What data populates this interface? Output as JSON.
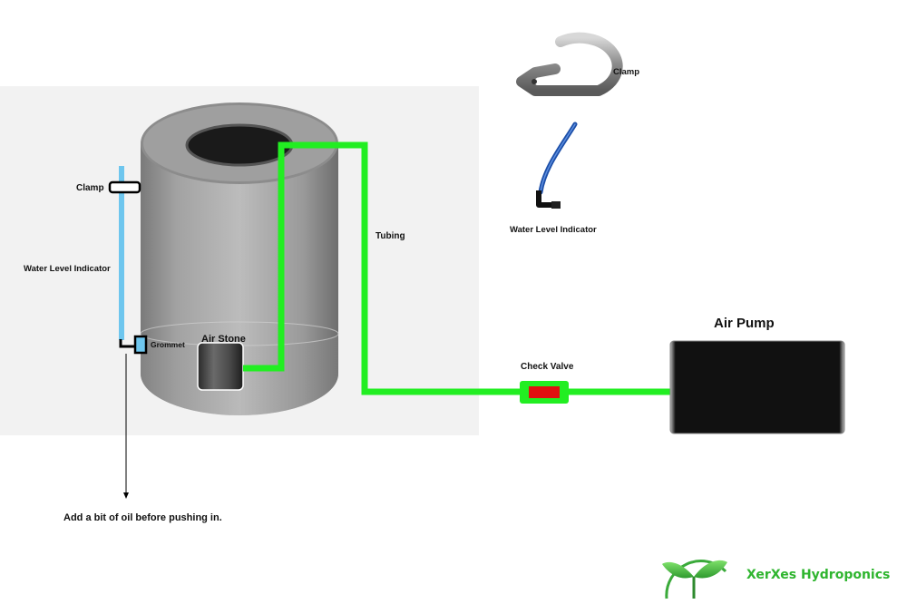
{
  "labels": {
    "clamp_left": "Clamp",
    "water_level_indicator_left": "Water Level Indicator",
    "grommet": "Grommet",
    "air_stone": "Air Stone",
    "tubing": "Tubing",
    "check_valve": "Check Valve",
    "air_pump": "Air Pump",
    "clamp_legend": "Clamp",
    "water_level_indicator_legend": "Water Level Indicator",
    "oil_note": "Add a bit of oil before pushing in."
  },
  "brand": {
    "name": "XerXes Hydroponics"
  },
  "colors": {
    "tubing": "#22ee22",
    "indicator_tube": "#6ec6ee",
    "check_valve_body": "#e01010",
    "air_pump": "#000000",
    "brand_text": "#2fb52f",
    "panel": "#f2f2f2"
  },
  "icons": {
    "logo": "sprout-leaf-icon",
    "clamp_photo": "p-clamp-icon",
    "indicator_photo": "blue-tube-elbow-icon"
  }
}
